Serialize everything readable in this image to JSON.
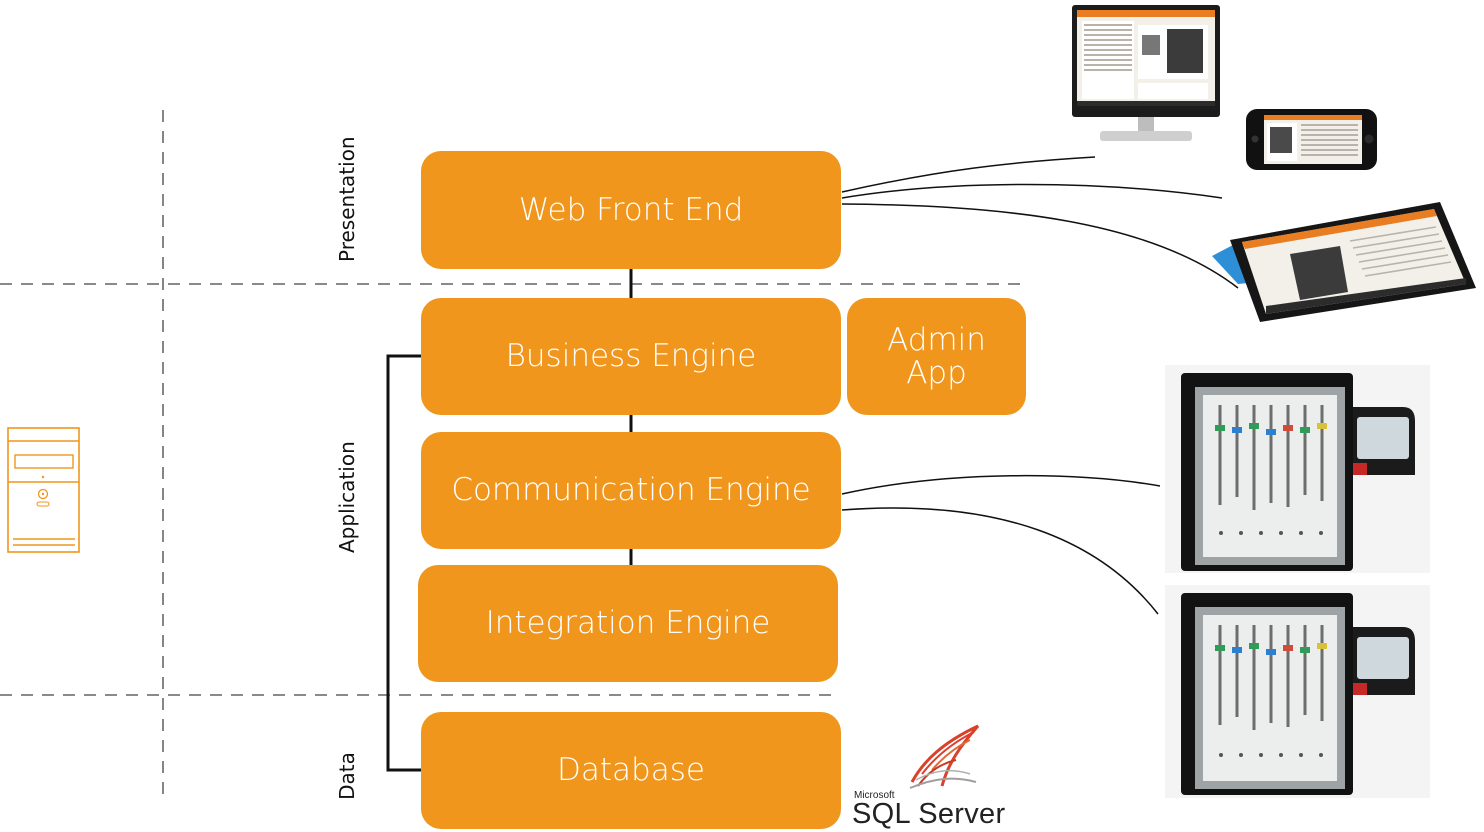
{
  "layers": {
    "presentation": "Presentation",
    "application": "Application",
    "data": "Data"
  },
  "components": {
    "web_front_end": "Web Front End",
    "business_engine": "Business Engine",
    "admin_app_line1": "Admin",
    "admin_app_line2": "App",
    "communication_engine": "Communication Engine",
    "integration_engine": "Integration Engine",
    "database": "Database"
  },
  "sql_logo": {
    "brand": "Microsoft",
    "product": "SQL Server"
  },
  "colors": {
    "component_fill": "#f0961d",
    "component_text": "#ffffff",
    "connector": "#111111",
    "divider": "#444444",
    "server_icon": "#f0961d"
  },
  "icons": {
    "server": "server-tower-icon",
    "monitor": "desktop-monitor-icon",
    "phone": "smartphone-icon",
    "tablet": "tablet-icon",
    "key_cabinet": "key-cabinet-icon",
    "sql_server": "sql-server-logo"
  }
}
